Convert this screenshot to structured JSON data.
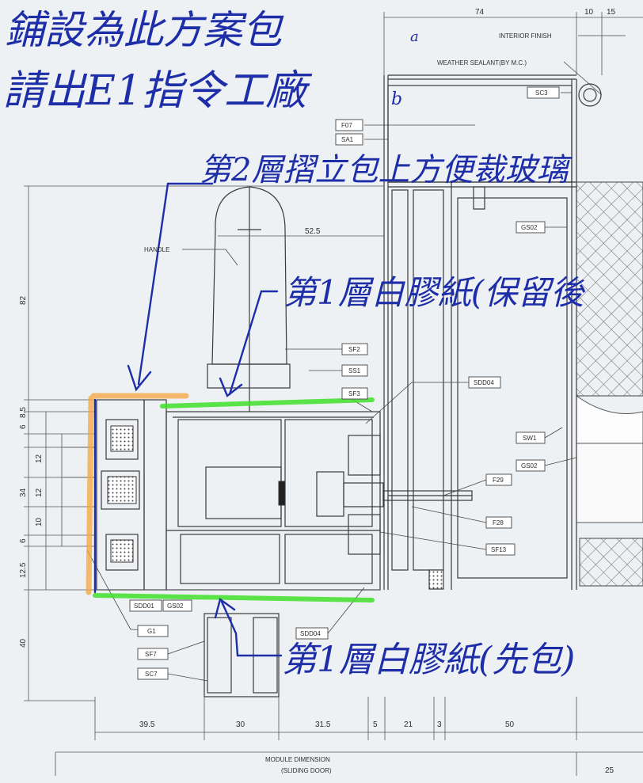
{
  "handwritten": {
    "line1": "鋪設為此方案包",
    "line2": "請出E1指令工廠",
    "note_layer2": "第2層摺立包上方便裁玻璃",
    "note_layer1_top": "第1層白膠紙(保留後",
    "note_layer1_bottom": "第1層白膠紙(先包)",
    "mark_a": "a",
    "mark_b": "b"
  },
  "callouts": {
    "interior_finish": "INTERIOR FINISH",
    "weather_sealant": "WEATHER SEALANT(BY M.C.)",
    "handle": "HANDLE",
    "module_dimension": "MODULE DIMENSION",
    "sliding_door": "(SLIDING DOOR)"
  },
  "tags": {
    "sc3": "SC3",
    "f07": "F07",
    "sa1": "SA1",
    "gs02_top": "GS02",
    "sf2": "SF2",
    "ss1": "SS1",
    "sf3": "SF3",
    "sdd04_right": "SDD04",
    "sw1": "SW1",
    "gs02_right": "GS02",
    "f29": "F29",
    "f28": "F28",
    "sf13": "SF13",
    "sdd01": "SDD01",
    "gs02_bottom": "GS02",
    "g1": "G1",
    "sf7": "SF7",
    "sc7": "SC7",
    "sdd04_bottom": "SDD04"
  },
  "dimensions": {
    "top_74": "74",
    "top_10": "10",
    "top_15": "15",
    "d_52_5": "52.5",
    "left_82": "82",
    "left_8_5": "8.5",
    "left_6a": "6",
    "left_12a": "12",
    "left_34": "34",
    "left_12b": "12",
    "left_10": "10",
    "left_6b": "6",
    "left_12_5": "12.5",
    "left_40": "40",
    "b_39_5": "39.5",
    "b_30": "30",
    "b_31_5": "31.5",
    "b_5": "5",
    "b_21": "21",
    "b_3": "3",
    "b_50": "50",
    "b_25": "25"
  },
  "colors": {
    "ink": "#1d2ea8",
    "highlight_green": "#3fe02a",
    "highlight_orange": "#f7a43c",
    "line": "#3a3a3a"
  }
}
